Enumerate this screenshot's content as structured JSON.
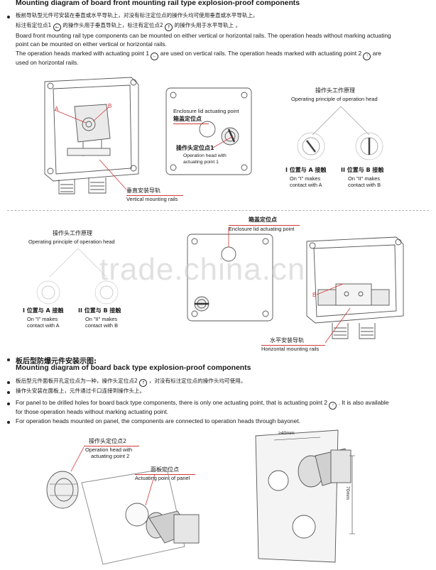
{
  "section1": {
    "title": "Mounting diagram of board front mounting rail type explosion-proof components",
    "cn_line1": "板前导轨型元件可安装在垂直或水平导轨上，对没有标注定位点的操作头均可使用垂直或水平导轨上。",
    "cn_line2": "标注有定位点1",
    "cn_line2b": "的操作头用于垂直导轨上，标注有定位点2",
    "cn_line2c": "的操作头用于水平导轨上 。",
    "en_line1": "Board front mounting rail type components can be mounted on either vertical or horizontal rails. The operation heads without marking actuating",
    "en_line2": "point can be mounted on either vertical or horizontal rails.",
    "en_line3a": "The operation heads marked with actuating point 1",
    "en_line3b": "are used on vertical rails. The operation heads marked with actuating point 2",
    "en_line3c": "are",
    "en_line4": "used on horizontal rails."
  },
  "diagram1": {
    "marker_a": "A",
    "marker_b": "B",
    "rail_cn": "垂直安装导轨",
    "rail_en": "Vertical mounting rails",
    "lid_en": "Enclosure lid actuating point",
    "lid_cn": "箱盖定位点",
    "head_cn": "操作头定位点1",
    "head_en1": "Operation head with",
    "head_en2": "actuating point 1",
    "principle_cn": "操作头工作原理",
    "principle_en": "Operating principle of operation head",
    "pos1_cn": "I 位置与 A 接触",
    "pos1_en1": "On \"I\" makes",
    "pos1_en2": "contact with A",
    "pos2_cn": "II 位置与 B 接触",
    "pos2_en1": "On \"II\" makes",
    "pos2_en2": "contact with B"
  },
  "diagram2": {
    "principle_cn": "操作头工作原理",
    "principle_en": "Operating principle of operation head",
    "lid_cn": "箱盖定位点",
    "lid_en": "Enclosure lid actuating point",
    "pos1_cn": "I 位置与 A 接触",
    "pos1_en1": "On \"I\" makes",
    "pos1_en2": "contact with A",
    "pos2_cn": "II 位置与 B 接触",
    "pos2_en1": "On \"II\" makes",
    "pos2_en2": "contact with B",
    "marker_b": "B",
    "rail_cn": "水平安装导轨",
    "rail_en": "Horizontal mounting rails"
  },
  "watermark": "trade.china.cn",
  "section2": {
    "title_cn": "板后型防爆元件安装示图:",
    "title_en": "Mounting diagram of board back type explosion-proof components",
    "bullet1_cn": "板后型元件面板开孔定位点为一种，操作头定位点2",
    "bullet1_cn_b": "，对没有标注定位点的操作头均可使用。",
    "bullet2_cn": "操作头安装在面板上，元件通过卡口连接到操作头上。",
    "bullet3_en1": "For panel to be drilled holes for board back type components, there is only one actuating point, that is actuating point 2",
    "bullet3_en1b": ". It is also available",
    "bullet3_en2": "for those operation heads without marking actuating point.",
    "bullet4_en": "For operation heads mounted on panel, the components are connected to operation heads through bayonet."
  },
  "diagram3": {
    "head_cn": "操作头定位点2",
    "head_en1": "Operation head with",
    "head_en2": "actuating point 2",
    "panel_cn": "面板定位点",
    "panel_en": "Actuating point of panel",
    "dim_width": "≥40mm",
    "dim_height": "70mm"
  },
  "colors": {
    "accent_red": "#d23a3a",
    "line_gray": "#555555"
  }
}
